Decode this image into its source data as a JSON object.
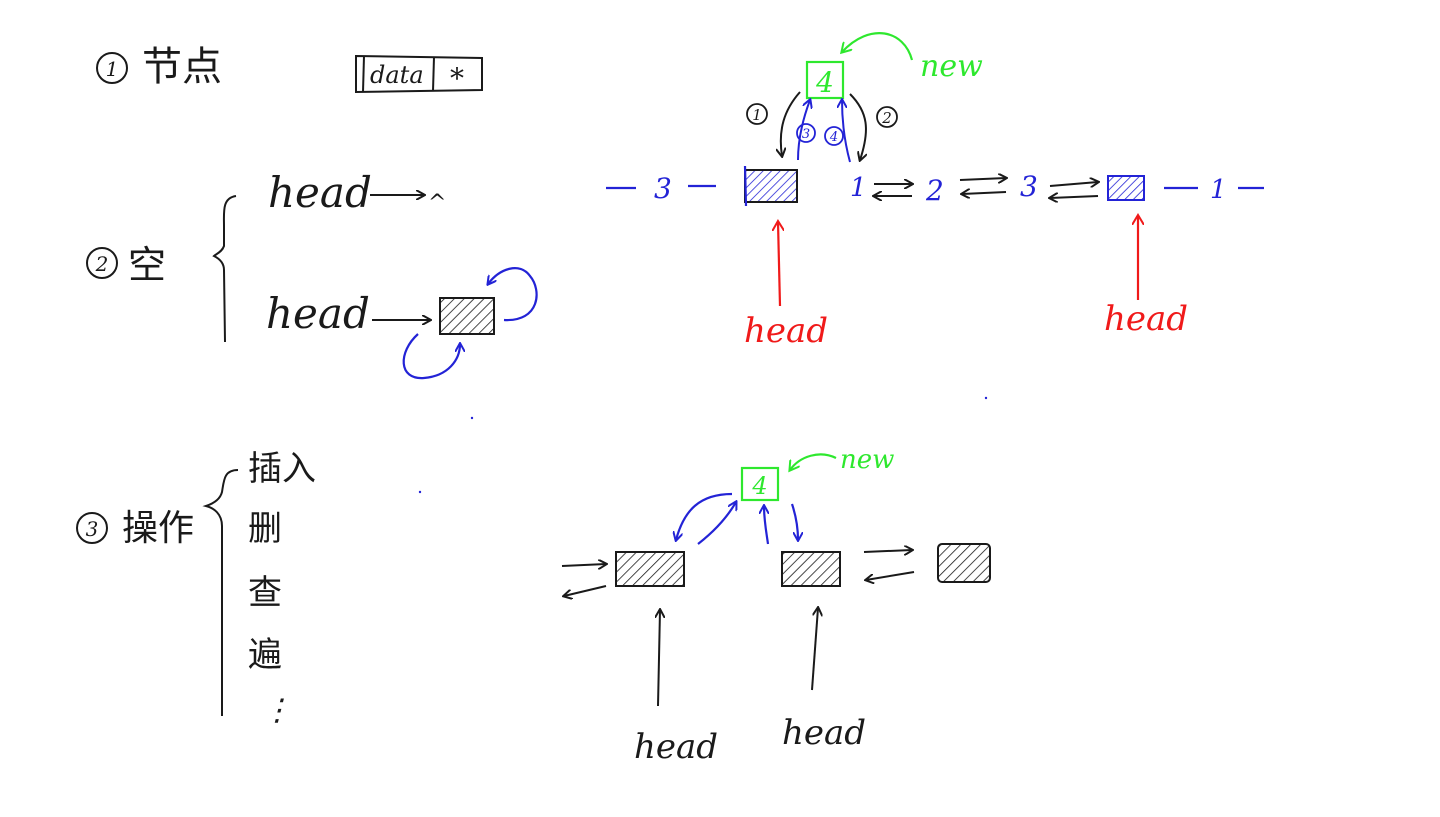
{
  "colors": {
    "ink": "#1a1a1a",
    "blue": "#2323d6",
    "green": "#2ee82e",
    "red": "#f01a1a"
  },
  "section1": {
    "number": "1",
    "title": "节点",
    "node_data": "data",
    "node_ptr": "*"
  },
  "section2": {
    "number": "2",
    "title": "空",
    "head_a": "head",
    "null_mark": "^",
    "head_b": "head"
  },
  "section3": {
    "number": "3",
    "title": "操作",
    "ops": [
      "插入",
      "删",
      "查",
      "遍",
      "⋮"
    ]
  },
  "insert_diagram": {
    "new_node": "4",
    "new_label": "new",
    "step_labels": [
      "1",
      "2",
      "3",
      "4"
    ],
    "left_tail": [
      "3"
    ],
    "middle_values": [
      "1",
      "2",
      "3"
    ],
    "right_tail": [
      "1"
    ],
    "head_left": "head",
    "head_right": "head"
  },
  "bottom_diagram": {
    "new_node": "4",
    "new_label": "new",
    "head_left": "head",
    "head_right": "head"
  }
}
